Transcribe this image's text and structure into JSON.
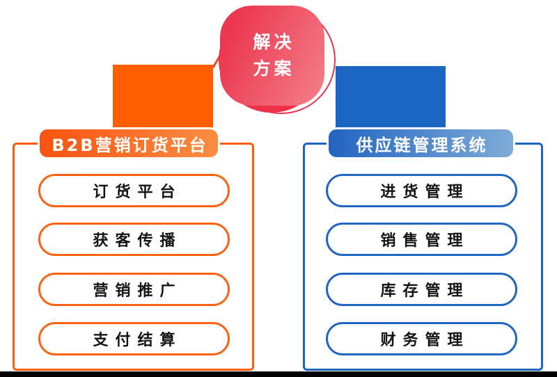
{
  "page": {
    "background_color": "#ffffff",
    "bottom_bar_color": "#000000"
  },
  "center_badge": {
    "lines": [
      "解决",
      "方案"
    ],
    "fill_gradient": [
      "#EB3850",
      "#F37C87"
    ],
    "back_circle_color": "#EE3048",
    "ring_color": "#E9344E",
    "text_color": "#ffffff"
  },
  "left_panel": {
    "title": "B2B营销订货平台",
    "accent_color": "#FE5D02",
    "border_color": "#FC6414",
    "header_gradient": [
      "#F95310",
      "#FB8E44"
    ],
    "items": [
      "订货平台",
      "获客传播",
      "营销推广",
      "支付结算"
    ]
  },
  "right_panel": {
    "title": "供应链管理系统",
    "accent_color": "#1C66C3",
    "border_color": "#1E63C0",
    "header_gradient": [
      "#2264C2",
      "#7FACD7"
    ],
    "items": [
      "进货管理",
      "销售管理",
      "库存管理",
      "财务管理"
    ]
  }
}
